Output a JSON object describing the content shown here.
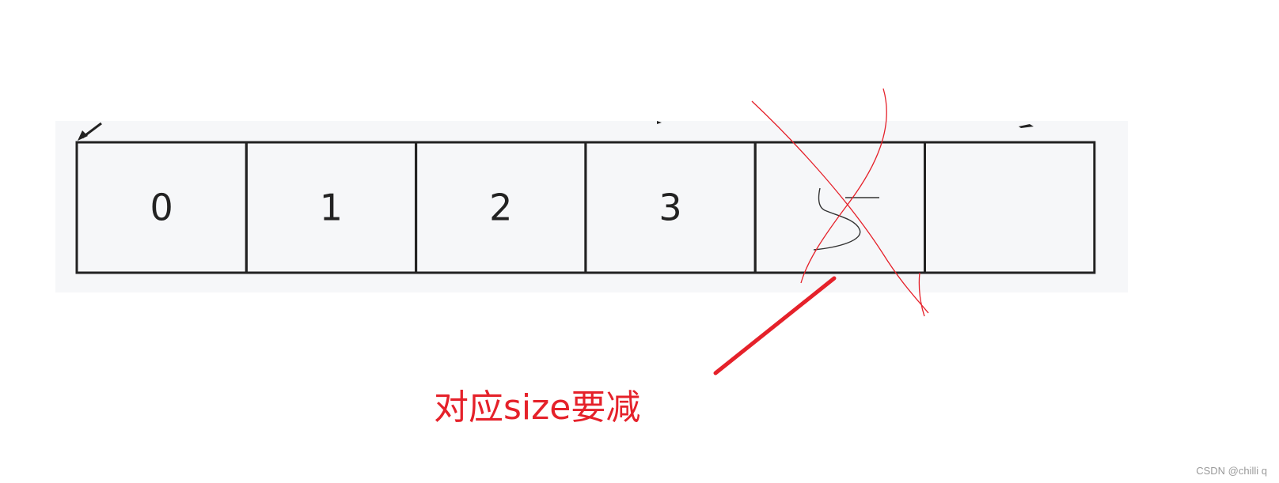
{
  "array": {
    "cells": [
      "0",
      "1",
      "2",
      "3",
      "",
      ""
    ],
    "crossed_cell_index": 4,
    "handwritten_value": "5"
  },
  "annotation": {
    "text": "对应size要减",
    "color": "#e5212a"
  },
  "colors": {
    "panel_background": "#f6f7f9",
    "cell_border": "#222222",
    "cross_mark": "#e5212a",
    "handwriting": "#333333"
  },
  "watermark": {
    "text": "CSDN @chilli q"
  }
}
